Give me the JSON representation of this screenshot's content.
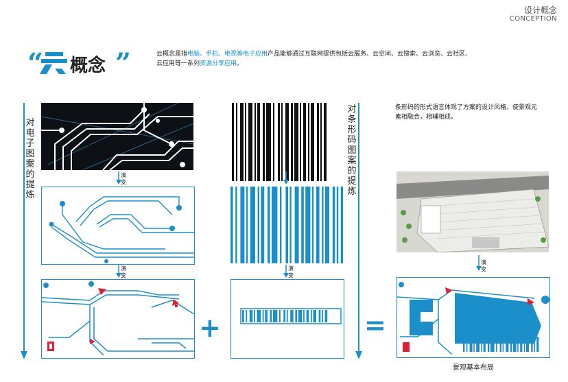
{
  "header": {
    "title": "设计概念",
    "subtitle": "CONCEPTION"
  },
  "concept": {
    "title": "“云概念”",
    "intro_line1_a": "云概念是指",
    "intro_line1_hl": "电脑、手机、电视等电子应用",
    "intro_line1_b": "产品能够通过互联网提供包括云服务、云空间、云搜索、云浏览、云社区、",
    "intro_line2_a": "云应用等一系列",
    "intro_line2_hl": "资源分享应用",
    "intro_line2_b": "。"
  },
  "left_column": {
    "label": "对电子图案的提炼",
    "evolve_1": "演变",
    "evolve_2": "演变"
  },
  "middle_column": {
    "label": "对条形码图案的提炼",
    "evolve_1": "演变"
  },
  "right_column": {
    "description": "条形码的形式语言体现了方案的设计风格，使景观元素相融合，相辅相成。",
    "evolve": "演变",
    "caption": "景观基本布局"
  },
  "operators": {
    "plus": "+",
    "equals": "="
  },
  "colors": {
    "accent": "#1a8fc9",
    "dark": "#111111"
  }
}
